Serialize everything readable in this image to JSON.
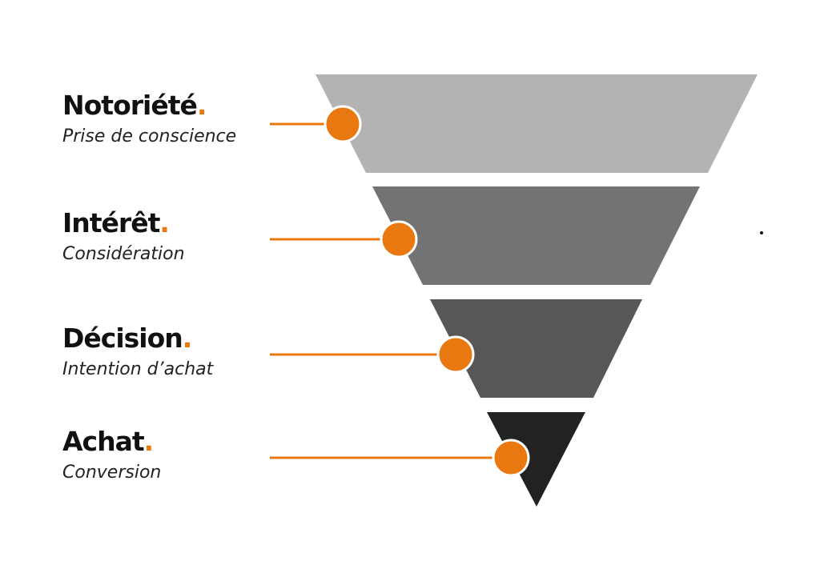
{
  "stages": [
    {
      "title": "Notoriété",
      "dot": ".",
      "subtitle": "Prise de conscience",
      "fill": "#b3b3b3"
    },
    {
      "title": "Intérêt",
      "dot": ".",
      "subtitle": "Considération",
      "fill": "#737373"
    },
    {
      "title": "Décision",
      "dot": ".",
      "subtitle": "Intention d’achat",
      "fill": "#575757"
    },
    {
      "title": "Achat",
      "dot": ".",
      "subtitle": "Conversion",
      "fill": "#222222"
    }
  ],
  "accent_color": "#e8780f"
}
